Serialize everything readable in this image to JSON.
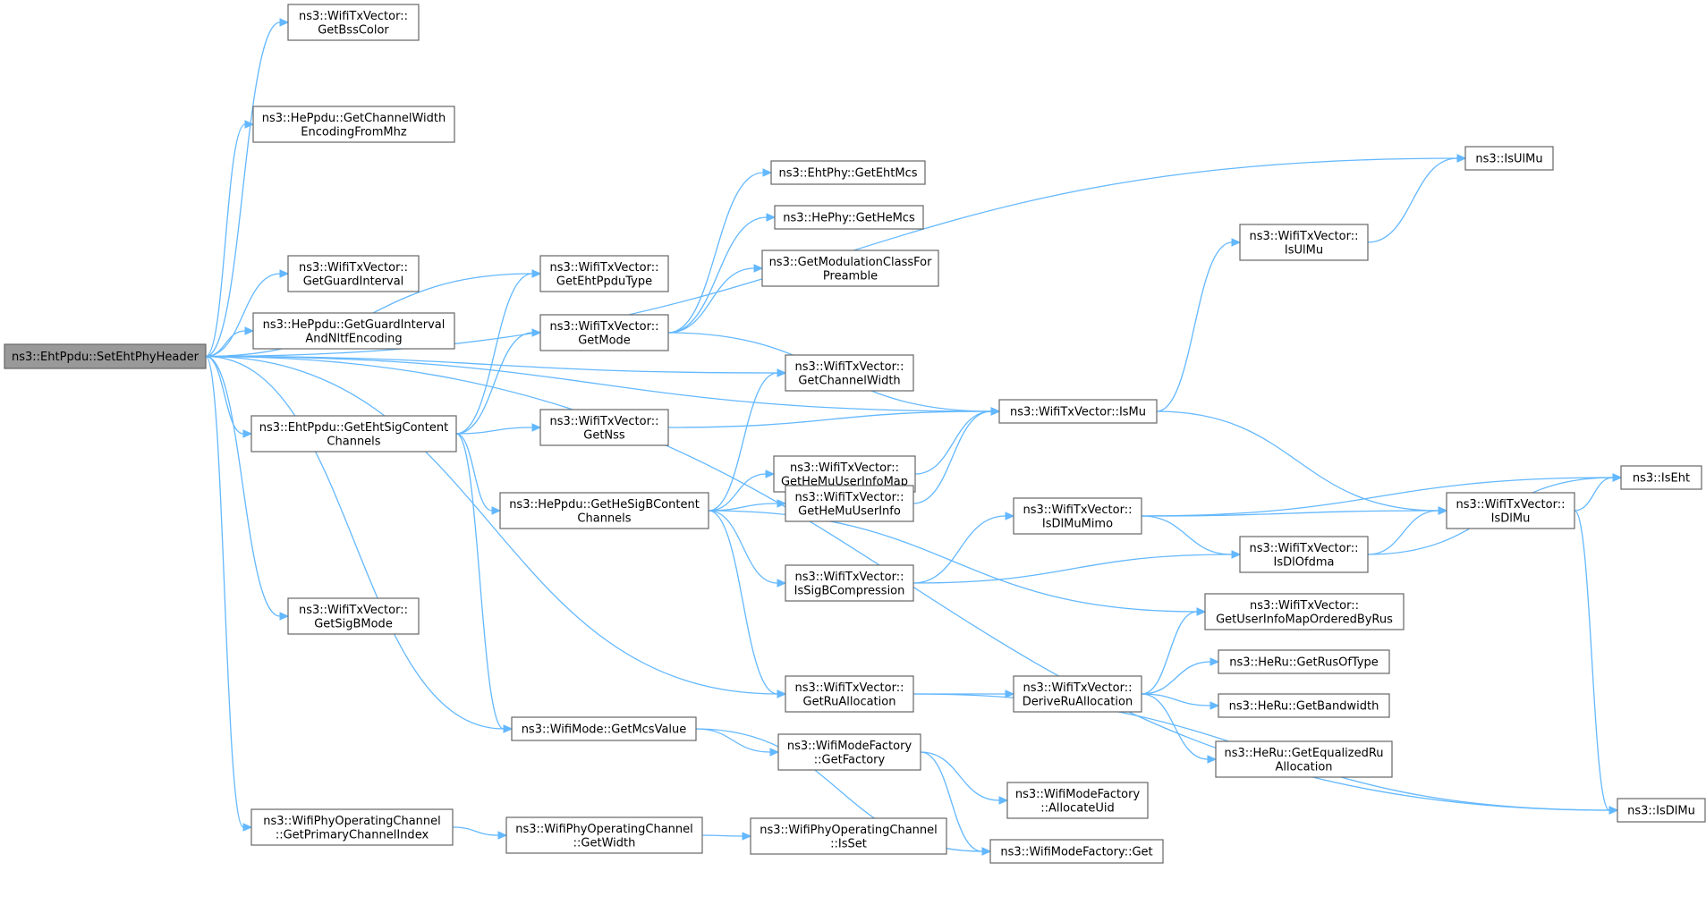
{
  "graph": {
    "nodes": [
      {
        "id": "root",
        "lines": [
          "ns3::EhtPpdu::SetEhtPhyHeader"
        ],
        "root": true
      },
      {
        "id": "getBssColor",
        "lines": [
          "ns3::WifiTxVector::",
          "GetBssColor"
        ]
      },
      {
        "id": "getCwEnc",
        "lines": [
          "ns3::HePpdu::GetChannelWidth",
          "EncodingFromMhz"
        ]
      },
      {
        "id": "getGuardInterval",
        "lines": [
          "ns3::WifiTxVector::",
          "GetGuardInterval"
        ]
      },
      {
        "id": "getGiNltf",
        "lines": [
          "ns3::HePpdu::GetGuardInterval",
          "AndNltfEncoding"
        ]
      },
      {
        "id": "getEhtSig",
        "lines": [
          "ns3::EhtPpdu::GetEhtSigContent",
          "Channels"
        ]
      },
      {
        "id": "getSigBMode",
        "lines": [
          "ns3::WifiTxVector::",
          "GetSigBMode"
        ]
      },
      {
        "id": "getPrimIdx",
        "lines": [
          "ns3::WifiPhyOperatingChannel",
          "::GetPrimaryChannelIndex"
        ]
      },
      {
        "id": "getEhtPpduType",
        "lines": [
          "ns3::WifiTxVector::",
          "GetEhtPpduType"
        ]
      },
      {
        "id": "getMode",
        "lines": [
          "ns3::WifiTxVector::",
          "GetMode"
        ]
      },
      {
        "id": "getNss",
        "lines": [
          "ns3::WifiTxVector::",
          "GetNss"
        ]
      },
      {
        "id": "getHeSigB",
        "lines": [
          "ns3::HePpdu::GetHeSigBContent",
          "Channels"
        ]
      },
      {
        "id": "getMcsValue",
        "lines": [
          "ns3::WifiMode::GetMcsValue"
        ]
      },
      {
        "id": "getWidth",
        "lines": [
          "ns3::WifiPhyOperatingChannel",
          "::GetWidth"
        ]
      },
      {
        "id": "getEhtMcs",
        "lines": [
          "ns3::EhtPhy::GetEhtMcs"
        ]
      },
      {
        "id": "getHeMcs",
        "lines": [
          "ns3::HePhy::GetHeMcs"
        ]
      },
      {
        "id": "getModClass",
        "lines": [
          "ns3::GetModulationClassFor",
          "Preamble"
        ]
      },
      {
        "id": "getChannelWidth",
        "lines": [
          "ns3::WifiTxVector::",
          "GetChannelWidth"
        ]
      },
      {
        "id": "getHeMuMap",
        "lines": [
          "ns3::WifiTxVector::",
          "GetHeMuUserInfoMap"
        ]
      },
      {
        "id": "getHeMuInfo",
        "lines": [
          "ns3::WifiTxVector::",
          "GetHeMuUserInfo"
        ]
      },
      {
        "id": "isSigBComp",
        "lines": [
          "ns3::WifiTxVector::",
          "IsSigBCompression"
        ]
      },
      {
        "id": "getRuAlloc",
        "lines": [
          "ns3::WifiTxVector::",
          "GetRuAllocation"
        ]
      },
      {
        "id": "getFactory",
        "lines": [
          "ns3::WifiModeFactory",
          "::GetFactory"
        ]
      },
      {
        "id": "isSet",
        "lines": [
          "ns3::WifiPhyOperatingChannel",
          "::IsSet"
        ]
      },
      {
        "id": "isMu",
        "lines": [
          "ns3::WifiTxVector::IsMu"
        ]
      },
      {
        "id": "isDlMuMimo",
        "lines": [
          "ns3::WifiTxVector::",
          "IsDlMuMimo"
        ]
      },
      {
        "id": "deriveRu",
        "lines": [
          "ns3::WifiTxVector::",
          "DeriveRuAllocation"
        ]
      },
      {
        "id": "allocUid",
        "lines": [
          "ns3::WifiModeFactory",
          "::AllocateUid"
        ]
      },
      {
        "id": "mfGet",
        "lines": [
          "ns3::WifiModeFactory::Get"
        ]
      },
      {
        "id": "txIsUlMu",
        "lines": [
          "ns3::WifiTxVector::",
          "IsUlMu"
        ]
      },
      {
        "id": "isDlOfdma",
        "lines": [
          "ns3::WifiTxVector::",
          "IsDlOfdma"
        ]
      },
      {
        "id": "getUserInfoMap",
        "lines": [
          "ns3::WifiTxVector::",
          "GetUserInfoMapOrderedByRus"
        ]
      },
      {
        "id": "getRusOfType",
        "lines": [
          "ns3::HeRu::GetRusOfType"
        ]
      },
      {
        "id": "getBandwidth",
        "lines": [
          "ns3::HeRu::GetBandwidth"
        ]
      },
      {
        "id": "getEqRu",
        "lines": [
          "ns3::HeRu::GetEqualizedRu",
          "Allocation"
        ]
      },
      {
        "id": "isUlMu",
        "lines": [
          "ns3::IsUlMu"
        ]
      },
      {
        "id": "txIsDlMu",
        "lines": [
          "ns3::WifiTxVector::",
          "IsDlMu"
        ]
      },
      {
        "id": "isEht",
        "lines": [
          "ns3::IsEht"
        ]
      },
      {
        "id": "isDlMu",
        "lines": [
          "ns3::IsDlMu"
        ]
      }
    ],
    "edges": [
      {
        "from": "root",
        "to": "getBssColor"
      },
      {
        "from": "root",
        "to": "getCwEnc"
      },
      {
        "from": "root",
        "to": "getGuardInterval"
      },
      {
        "from": "root",
        "to": "getGiNltf"
      },
      {
        "from": "root",
        "to": "getEhtSig"
      },
      {
        "from": "root",
        "to": "getSigBMode"
      },
      {
        "from": "root",
        "to": "getPrimIdx"
      },
      {
        "from": "root",
        "to": "getEhtPpduType"
      },
      {
        "from": "root",
        "to": "getMcsValue"
      },
      {
        "from": "root",
        "to": "getChannelWidth"
      },
      {
        "from": "root",
        "to": "getRuAlloc"
      },
      {
        "from": "root",
        "to": "isMu"
      },
      {
        "from": "root",
        "to": "isUlMu"
      },
      {
        "from": "root",
        "to": "isDlMu"
      },
      {
        "from": "getEhtSig",
        "to": "getEhtPpduType"
      },
      {
        "from": "getEhtSig",
        "to": "getMode"
      },
      {
        "from": "getEhtSig",
        "to": "getNss"
      },
      {
        "from": "getEhtSig",
        "to": "getHeSigB"
      },
      {
        "from": "getEhtSig",
        "to": "getMcsValue"
      },
      {
        "from": "getPrimIdx",
        "to": "getWidth"
      },
      {
        "from": "getWidth",
        "to": "isSet"
      },
      {
        "from": "getMode",
        "to": "getEhtMcs"
      },
      {
        "from": "getMode",
        "to": "getHeMcs"
      },
      {
        "from": "getMode",
        "to": "getModClass"
      },
      {
        "from": "getMode",
        "to": "isMu"
      },
      {
        "from": "getNss",
        "to": "isMu"
      },
      {
        "from": "getHeSigB",
        "to": "getChannelWidth"
      },
      {
        "from": "getHeSigB",
        "to": "getHeMuMap"
      },
      {
        "from": "getHeSigB",
        "to": "getHeMuInfo"
      },
      {
        "from": "getHeSigB",
        "to": "isSigBComp"
      },
      {
        "from": "getHeSigB",
        "to": "getRuAlloc"
      },
      {
        "from": "getHeSigB",
        "to": "getUserInfoMap"
      },
      {
        "from": "getMcsValue",
        "to": "getFactory"
      },
      {
        "from": "getMcsValue",
        "to": "mfGet"
      },
      {
        "from": "getHeMuMap",
        "to": "isMu"
      },
      {
        "from": "getHeMuInfo",
        "to": "isMu"
      },
      {
        "from": "isSigBComp",
        "to": "isDlMuMimo"
      },
      {
        "from": "isSigBComp",
        "to": "isDlOfdma"
      },
      {
        "from": "getRuAlloc",
        "to": "deriveRu"
      },
      {
        "from": "getRuAlloc",
        "to": "isDlMu"
      },
      {
        "from": "getFactory",
        "to": "allocUid"
      },
      {
        "from": "getFactory",
        "to": "mfGet"
      },
      {
        "from": "isMu",
        "to": "txIsUlMu"
      },
      {
        "from": "isMu",
        "to": "txIsDlMu"
      },
      {
        "from": "txIsUlMu",
        "to": "isUlMu"
      },
      {
        "from": "isDlMuMimo",
        "to": "txIsDlMu"
      },
      {
        "from": "isDlMuMimo",
        "to": "isDlOfdma"
      },
      {
        "from": "isDlMuMimo",
        "to": "isEht"
      },
      {
        "from": "isDlOfdma",
        "to": "txIsDlMu"
      },
      {
        "from": "isDlOfdma",
        "to": "isEht"
      },
      {
        "from": "txIsDlMu",
        "to": "isEht"
      },
      {
        "from": "txIsDlMu",
        "to": "isDlMu"
      },
      {
        "from": "deriveRu",
        "to": "getUserInfoMap"
      },
      {
        "from": "deriveRu",
        "to": "getRusOfType"
      },
      {
        "from": "deriveRu",
        "to": "getBandwidth"
      },
      {
        "from": "deriveRu",
        "to": "getEqRu"
      }
    ]
  },
  "colors": {
    "edge": "#63b8ff",
    "node_border": "#666666",
    "root_fill": "#999999",
    "node_fill": "#ffffff"
  }
}
